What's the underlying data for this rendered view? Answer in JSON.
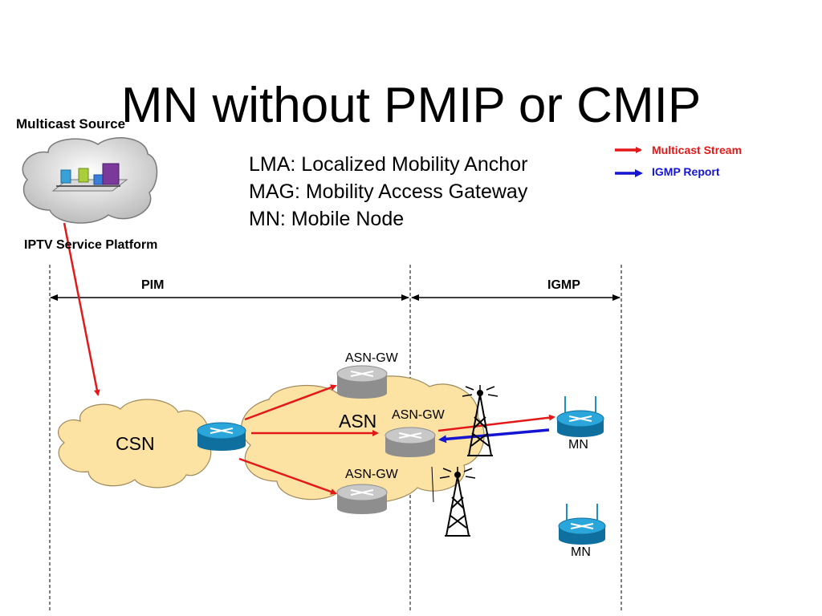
{
  "title": "MN without PMIP or CMIP",
  "source": {
    "label": "Multicast Source",
    "platform": "IPTV Service Platform"
  },
  "definitions": [
    "LMA: Localized Mobility Anchor",
    "MAG: Mobility Access Gateway",
    "MN: Mobile Node"
  ],
  "legend": {
    "multicast_stream": {
      "label": "Multicast Stream",
      "color": "#e31919"
    },
    "igmp_report": {
      "label": "IGMP Report",
      "color": "#1414d2"
    }
  },
  "protocols": {
    "left": "PIM",
    "right": "IGMP"
  },
  "network": {
    "csn": "CSN",
    "asn": "ASN",
    "gateways": [
      "ASN-GW",
      "ASN-GW",
      "ASN-GW"
    ],
    "nodes": [
      "MN",
      "MN"
    ]
  },
  "icons": [
    "cloud-icon",
    "server-icon",
    "router-icon",
    "antenna-tower-icon",
    "wireless-router-icon"
  ],
  "colors": {
    "cloud_fill": "#fce3a4",
    "router_blue": "#1b8fc6",
    "router_gray": "#a8a8a8"
  }
}
